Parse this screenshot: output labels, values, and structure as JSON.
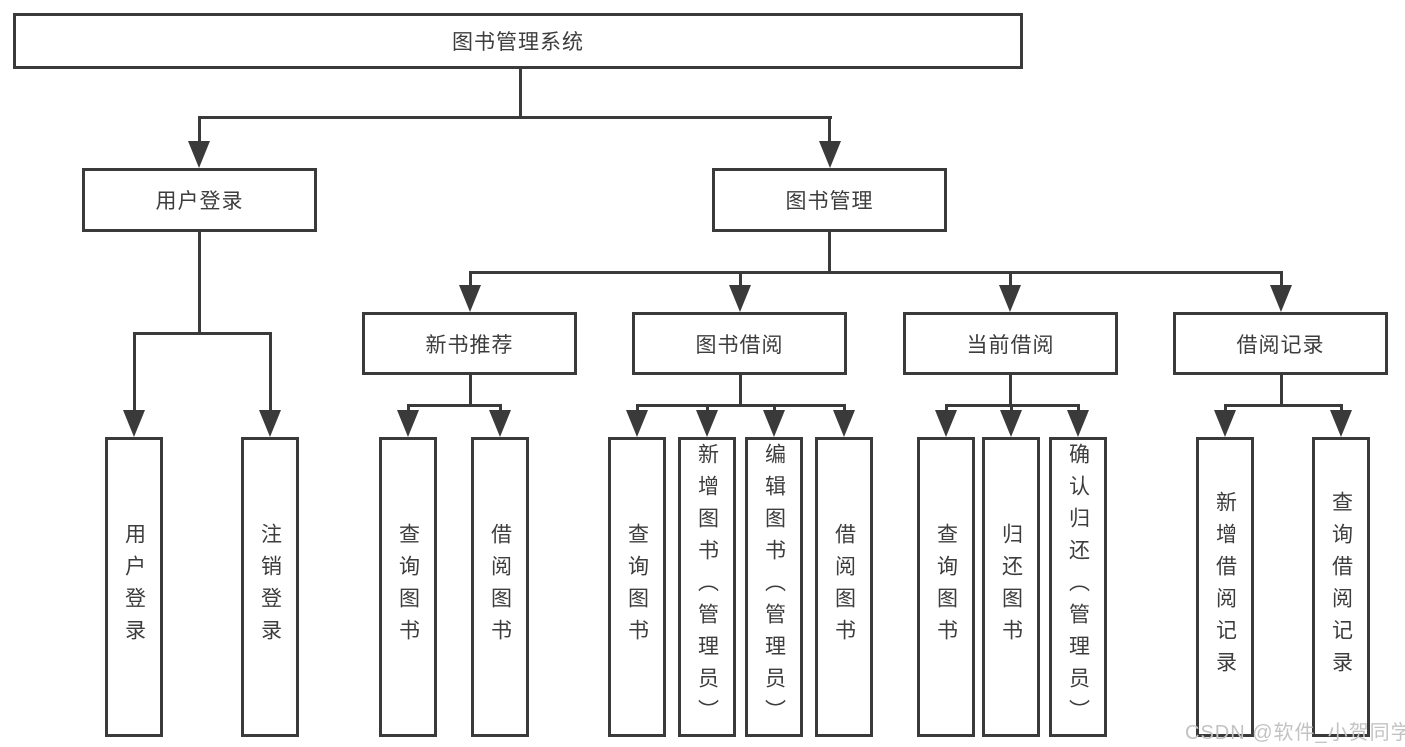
{
  "diagram": {
    "root": "图书管理系统",
    "branches": [
      {
        "label": "用户登录",
        "children": [
          "用户登录",
          "注销登录"
        ]
      },
      {
        "label": "图书管理",
        "sections": [
          {
            "label": "新书推荐",
            "children": [
              "查询图书",
              "借阅图书"
            ]
          },
          {
            "label": "图书借阅",
            "children": [
              "查询图书",
              "新增图书（管理员）",
              "编辑图书（管理员）",
              "借阅图书"
            ]
          },
          {
            "label": "当前借阅",
            "children": [
              "查询图书",
              "归还图书",
              "确认归还（管理员）"
            ]
          },
          {
            "label": "借阅记录",
            "children": [
              "新增借阅记录",
              "查询借阅记录"
            ]
          }
        ]
      }
    ]
  },
  "watermark": "CSDN @软件_小贺同学",
  "colors": {
    "line": "#3a3a3a",
    "text": "#3d3d3d",
    "watermark": "#c3c3c3",
    "background": "#ffffff"
  }
}
